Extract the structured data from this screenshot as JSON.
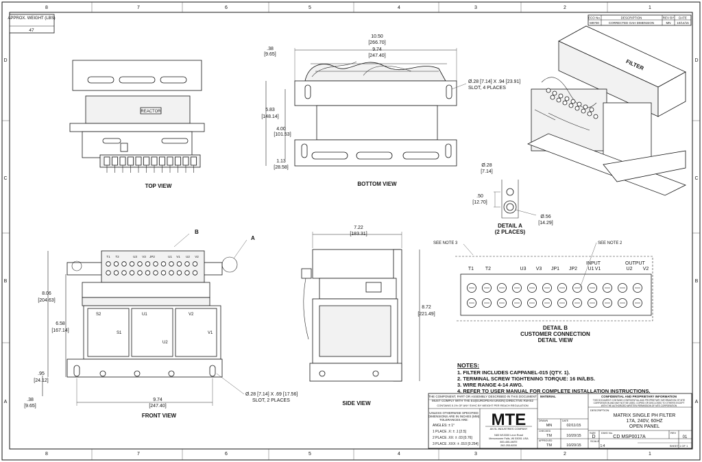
{
  "zones": {
    "columns": [
      "8",
      "7",
      "6",
      "5",
      "4",
      "3",
      "2",
      "1"
    ],
    "rows": [
      "D",
      "C",
      "B",
      "A"
    ]
  },
  "weight_box": {
    "label": "APPROX. WEIGHT (LBS)",
    "value": "47"
  },
  "revision": {
    "headers": [
      "ECO No.",
      "DESCRIPTION",
      "REV BY",
      "DATE"
    ],
    "row": [
      "M9700",
      "CORRECTED OAH DIMENSION",
      "MN",
      "10/14/15"
    ]
  },
  "views": {
    "top": "TOP VIEW",
    "bottom": "BOTTOM VIEW",
    "front": "FRONT VIEW",
    "side": "SIDE VIEW",
    "detail_a": [
      "DETAIL A",
      "(2 PLACES)"
    ],
    "detail_b": [
      "DETAIL B",
      "CUSTOMER CONNECTION",
      "DETAIL VIEW"
    ]
  },
  "part_labels": {
    "reactor": "REACTOR",
    "filter": "FILTER",
    "callout_a": "A",
    "callout_b": "B",
    "see_note_3": "SEE NOTE 3",
    "see_note_2": "SEE NOTE 2",
    "input": "INPUT",
    "output": "OUTPUT"
  },
  "terminal_labels": {
    "front": [
      "T1",
      "T2",
      "U3",
      "V3",
      "JP2",
      "U1",
      "V1",
      "U2",
      "V2"
    ],
    "detail": [
      "T1",
      "T2",
      "U3",
      "V3",
      "JP1",
      "JP2",
      "U1",
      "V1",
      "U2",
      "V2"
    ],
    "coils": [
      "U1",
      "V2",
      "S1",
      "V1",
      "U2",
      "S2"
    ]
  },
  "dimensions": {
    "bottom_overall": [
      "10.50",
      "[266.70]"
    ],
    "bottom_inner": [
      "9.74",
      "[247.40]"
    ],
    "bottom_left": [
      ".38",
      "[9.65]"
    ],
    "bottom_slot": [
      "Ø.28 [7.14] X .94 [23.91]",
      "SLOT, 4 PLACES"
    ],
    "bottom_h1": [
      "5.83",
      "[148.14]"
    ],
    "bottom_h2": [
      "4.00",
      "[101.53]"
    ],
    "bottom_h3": [
      "1.13",
      "[28.58]"
    ],
    "detail_a_hole": [
      "Ø.28",
      "[7.14]"
    ],
    "detail_a_h": [
      ".50",
      "[12.70]"
    ],
    "detail_a_d": [
      "Ø.56",
      "[14.29]"
    ],
    "side_w": [
      "7.22",
      "[183.31]"
    ],
    "side_h": [
      "8.72",
      "[221.49]"
    ],
    "front_h": [
      "8.06",
      "[204.63]"
    ],
    "front_h2": [
      "6.58",
      "[167.14]"
    ],
    "front_h3": [
      ".95",
      "[24.12]"
    ],
    "front_left": [
      ".38",
      "[9.65]"
    ],
    "front_w": [
      "9.74",
      "[247.40]"
    ],
    "front_slot": [
      "Ø.28 [7.14] X .69 [17.56]",
      "SLOT, 2 PLACES"
    ]
  },
  "notes": {
    "title": "NOTES:",
    "items": [
      "1.  FILTER INCLUDES CAPPANEL-015 (QTY. 1).",
      "2.  TERMINAL SCREW TIGHTENING TORQUE: 16 IN/LBS.",
      "3.  WIRE RANGE 4-14 AWG.",
      "4.  REFER TO USER MANUAL FOR COMPLETE INSTALLATION INSTRUCTIONS."
    ]
  },
  "title_block": {
    "rohs": [
      "THE COMPONENT, PART OR ASSEMBLY DESCRIBED IN THIS DOCUMENT",
      "MUST COMPLY WITH THE EU(EUROPEAN UNION) DIRECTIVE RoHS2"
    ],
    "reach": "CONTAINS 0.1% OF ANY SVHC BY WEIGHT PER REACH REGULATION",
    "tolerance_head": [
      "UNLESS OTHERWISE SPECIFIED",
      "DIMENSIONS ARE IN INCHES (MM)",
      "TOLERANCES ARE:"
    ],
    "tolerances": [
      "ANGLES: ± 1°",
      "1 PLACE .X: ± .1 [2.5]",
      "2 PLACE .XX: ± .03 [0.76]",
      "3 PLACE .XXX: ± .010 [0.254]"
    ],
    "logo": "MTE",
    "logo_sub": "AN SL INDUSTRIES COMPANY",
    "address": [
      "N83 W13330 Leon Road",
      "Menomonee Falls, WI 53051 USA",
      "800-455-4MTE",
      "262-253-8200"
    ],
    "material_label": "MATERIAL",
    "sign_rows": [
      {
        "role": "DRAWN",
        "name": "MN",
        "date": "02/11/15"
      },
      {
        "role": "CHECKED",
        "name": "TM",
        "date": "10/20/15"
      },
      {
        "role": "APPROVED",
        "name": "TM",
        "date": "10/20/15"
      }
    ],
    "date_label": "DATE",
    "confidential_title": "CONFIDENTIAL AND PROPRIETARY INFORMATION",
    "confidential_text": [
      "THIS DOCUMENT CONTAINS CONFIDENTIAL AND PROPRIETARY INFORMATION OF MTE",
      "CORPORATION AND MAY NOT BE USED, COPIED OR DISCLOSED TO OTHERS EXCEPT",
      "WITH THE AUTHORIZED WRITTEN PERMISSION OF MTE CORPORATION"
    ],
    "description_label": "DESCRIPTION",
    "description": [
      "MATRIX SINGLE PH FILTER",
      "17A, 240V, 60HZ",
      "OPEN PANEL"
    ],
    "size_label": "SIZE",
    "size": "D",
    "dwg_label": "DWG No.",
    "dwg": "CD MSP0017A",
    "rev_label": "REV",
    "rev": "01",
    "scale_label": "SCALE",
    "scale": "1:4",
    "sheet": "SHEET 1 OF 1"
  }
}
